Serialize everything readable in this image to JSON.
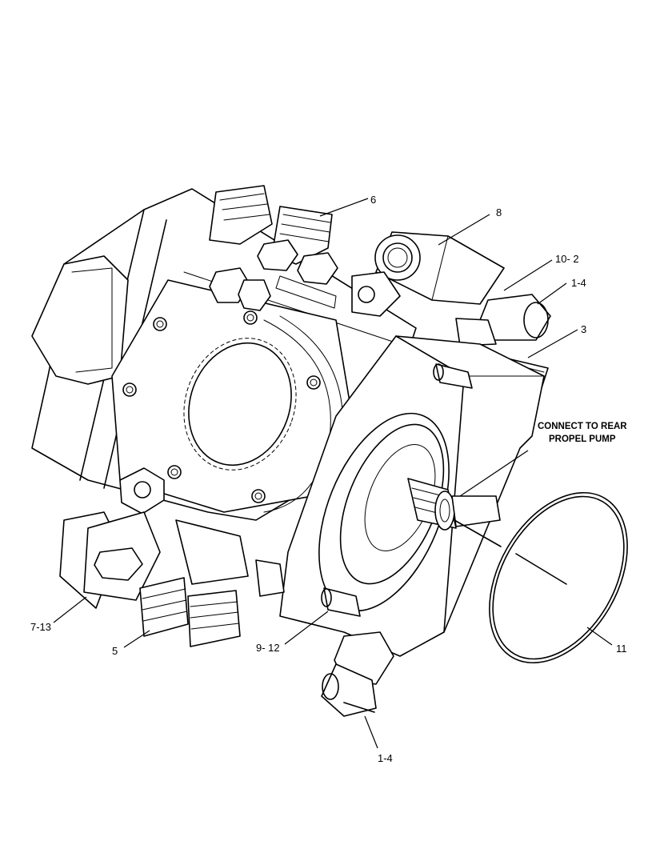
{
  "callouts": {
    "c6": "6",
    "c8": "8",
    "c10_2": "10- 2",
    "c1_4_top": "1-4",
    "c3": "3",
    "c7_13": "7-13",
    "c5": "5",
    "c9_12": "9- 12",
    "c11": "11",
    "c1_4_bottom": "1-4"
  },
  "note": {
    "line1": "CONNECT TO REAR",
    "line2": "PROPEL PUMP"
  }
}
